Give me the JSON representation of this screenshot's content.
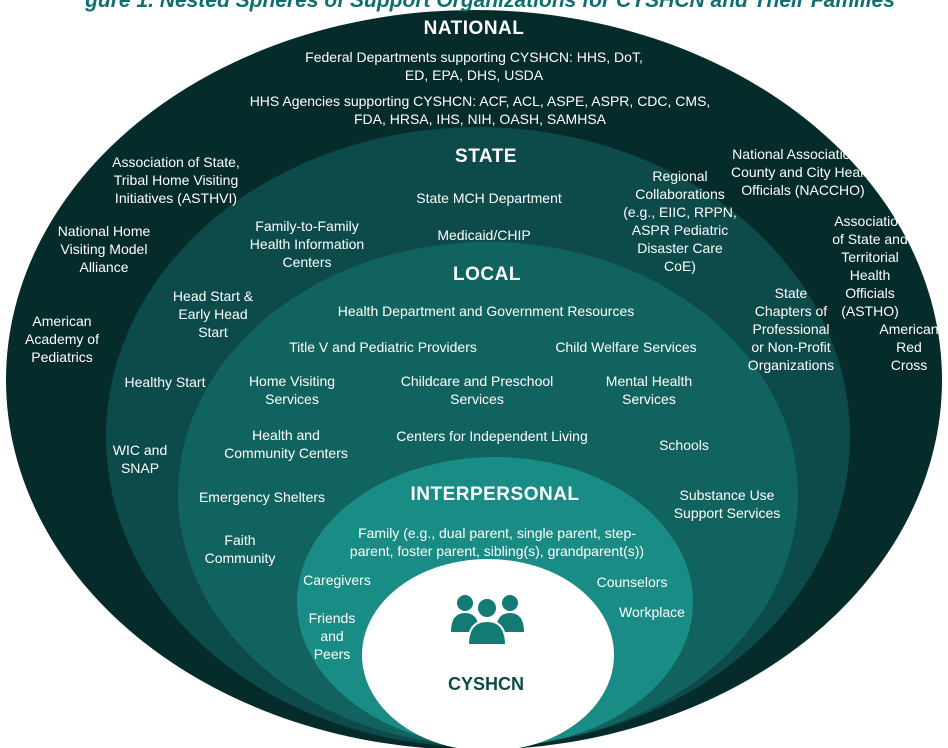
{
  "caption": "gure 1. Nested Spheres of Support Organizations for CYSHCN and Their Families",
  "colors": {
    "national": "#062b2b",
    "state": "#0d4a4a",
    "local": "#11635f",
    "interpersonal": "#1a8c86",
    "core": "#ffffff"
  },
  "national": {
    "heading": "NATIONAL",
    "federal": "Federal Departments supporting CYSHCN: HHS, DoT,\nED, EPA, DHS, USDA",
    "hhs": "HHS Agencies supporting CYSHCN: ACF, ACL, ASPE, ASPR, CDC, CMS,\nFDA, HRSA, IHS, NIH, OASH, SAMHSA",
    "asthvi": "Association of State,\nTribal Home Visiting\nInitiatives (ASTHVI)",
    "nhvma": "National Home\nVisiting Model\nAlliance",
    "aap": "American\nAcademy of\nPediatrics",
    "naccho": "National Association of\nCounty and City Health\nOfficials (NACCHO)",
    "astho": "Association\nof State and\nTerritorial Health\nOfficials (ASTHO)",
    "red_cross": "American\nRed Cross"
  },
  "state": {
    "heading": "STATE",
    "mch": "State MCH Department",
    "medicaid": "Medicaid/CHIP",
    "f2f": "Family-to-Family\nHealth Information\nCenters",
    "regional": "Regional\nCollaborations\n(e.g., EIIC, RPPN,\nASPR Pediatric\nDisaster Care\nCoE)",
    "head_start": "Head Start &\nEarly Head\nStart",
    "healthy_start": "Healthy Start",
    "wic": "WIC and\nSNAP",
    "chapters": "State\nChapters of\nProfessional\nor Non-Profit\nOrganizations"
  },
  "local": {
    "heading": "LOCAL",
    "health_dept": "Health Department and Government Resources",
    "title_v": "Title V and Pediatric Providers",
    "child_welfare": "Child Welfare Services",
    "home_visiting": "Home Visiting\nServices",
    "childcare": "Childcare and Preschool\nServices",
    "mental_health": "Mental Health\nServices",
    "health_centers": "Health and\nCommunity Centers",
    "independent_living": "Centers for Independent Living",
    "schools": "Schools",
    "shelters": "Emergency Shelters",
    "substance": "Substance Use\nSupport Services",
    "faith": "Faith\nCommunity"
  },
  "interpersonal": {
    "heading": "INTERPERSONAL",
    "family": "Family (e.g., dual parent, single parent, step-\nparent, foster parent, sibling(s), grandparent(s))",
    "caregivers": "Caregivers",
    "counselors": "Counselors",
    "friends": "Friends\nand\nPeers",
    "workplace": "Workplace"
  },
  "core": {
    "label": "CYSHCN",
    "icon": "people-group-icon"
  }
}
